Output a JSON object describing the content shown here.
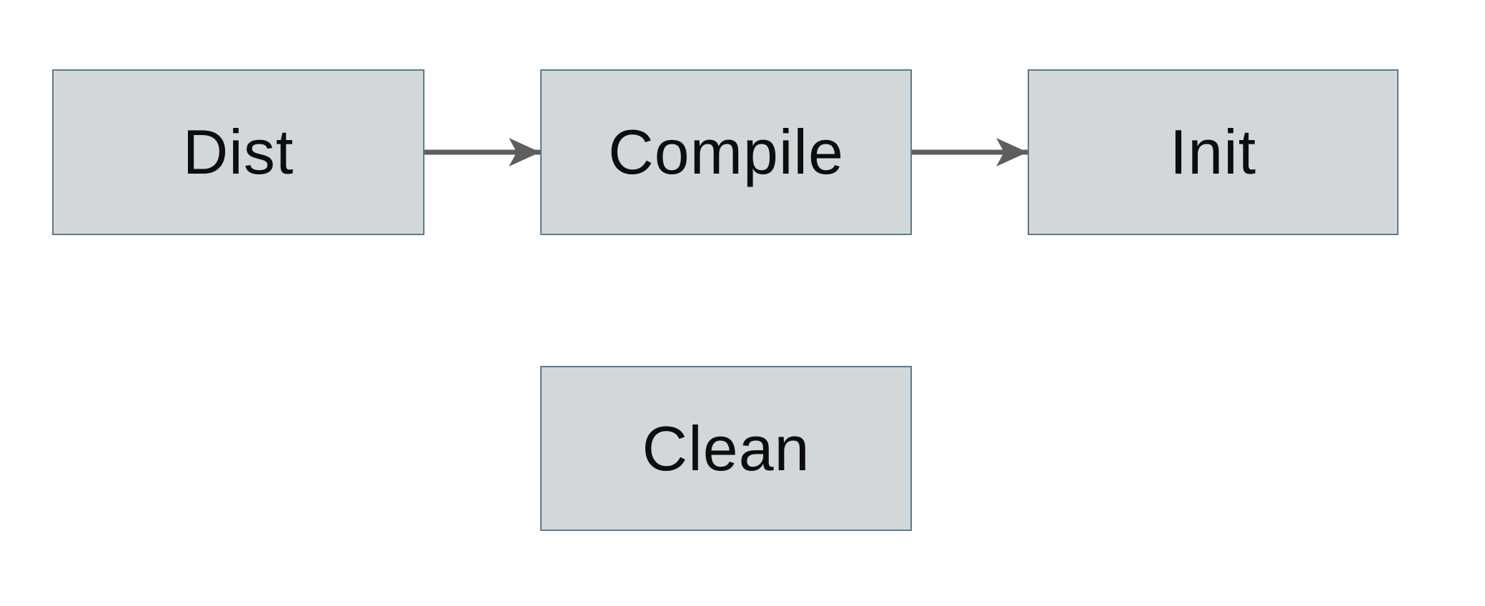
{
  "diagram": {
    "title": "build-targets-flow",
    "nodes": [
      {
        "id": "dist",
        "label": "Dist"
      },
      {
        "id": "compile",
        "label": "Compile"
      },
      {
        "id": "init",
        "label": "Init"
      },
      {
        "id": "clean",
        "label": "Clean"
      }
    ],
    "edges": [
      {
        "from": "dist",
        "to": "compile",
        "direction": "right"
      },
      {
        "from": "compile",
        "to": "init",
        "direction": "right"
      }
    ],
    "colors": {
      "canvas_bg": "#ffffff",
      "node_fill": "#d2d8da",
      "node_border": "#5e7a89",
      "arrow": "#5e5e5e",
      "text": "#0d0d0d"
    }
  }
}
